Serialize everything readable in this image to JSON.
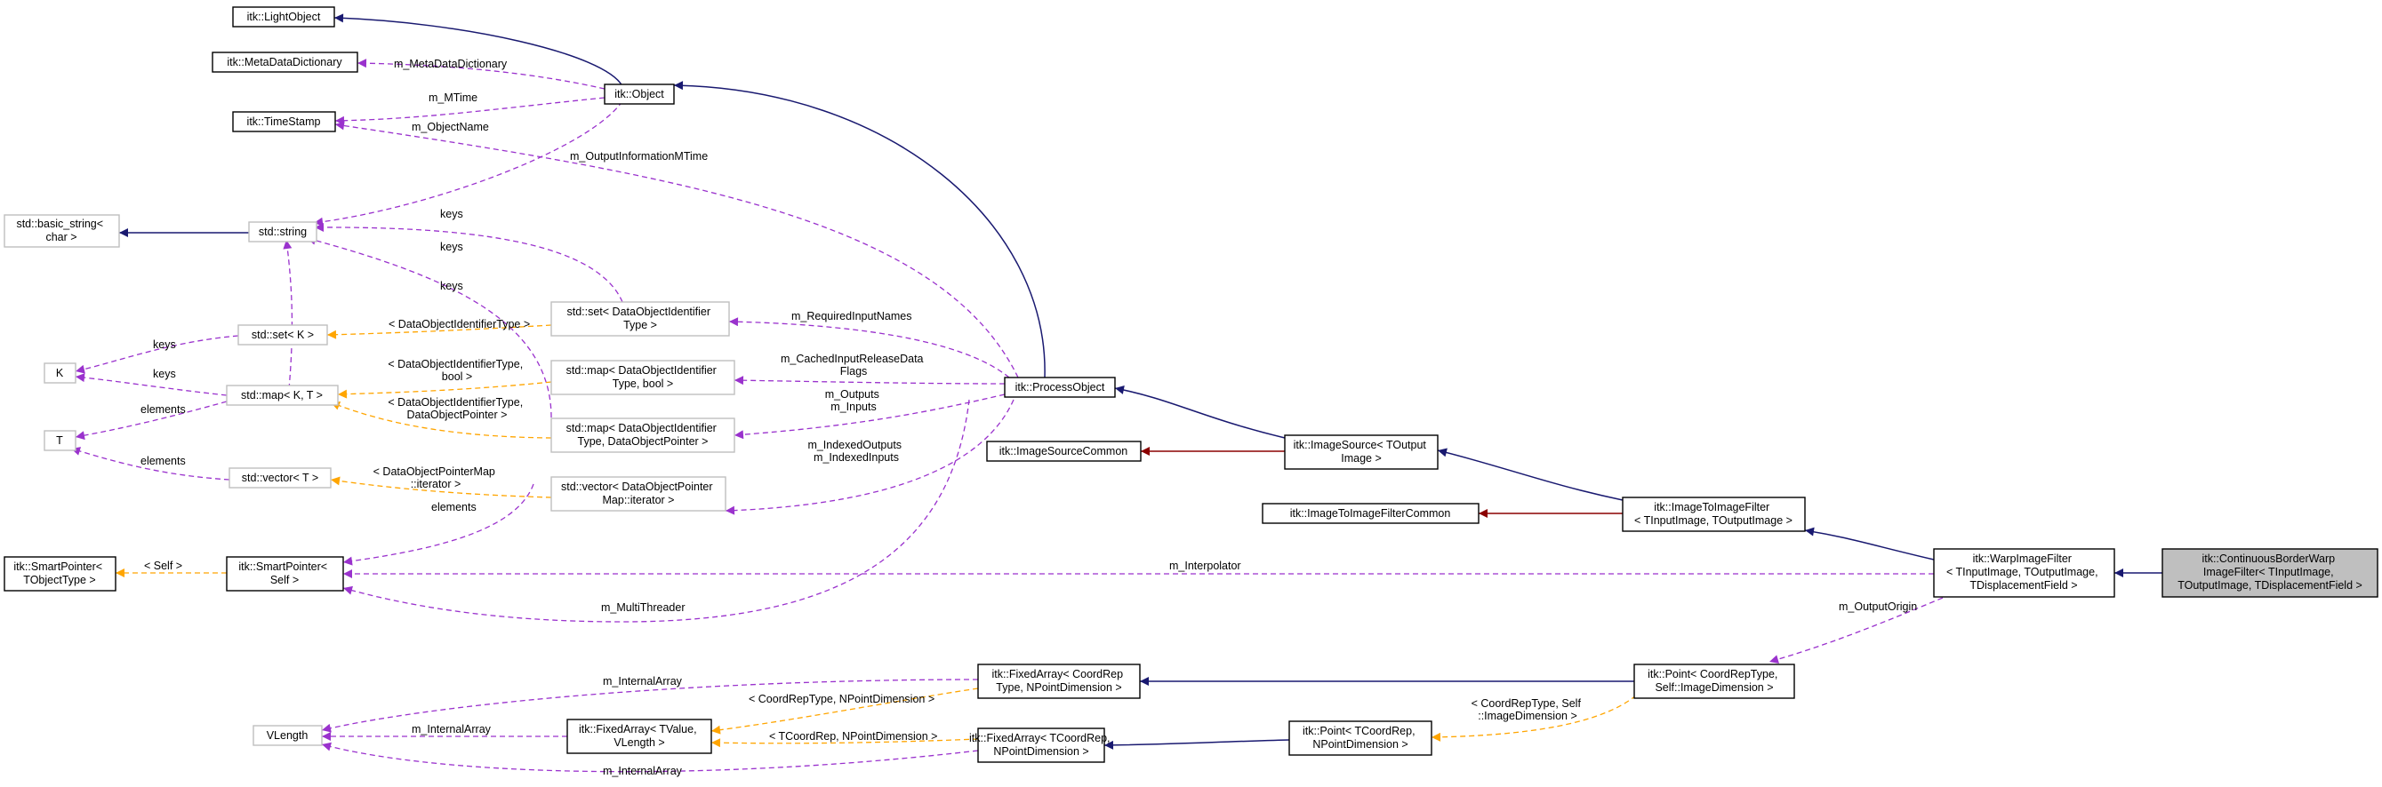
{
  "nodes": {
    "light_object": "itk::LightObject",
    "meta_dict": "itk::MetaDataDictionary",
    "time_stamp": "itk::TimeStamp",
    "object": "itk::Object",
    "basic_string": [
      "std::basic_string<",
      "char >"
    ],
    "std_string": "std::string",
    "set_k": "std::set< K >",
    "k": "K",
    "map_kt": "std::map< K, T >",
    "t": "T",
    "vector_t": "std::vector< T >",
    "set_doi": [
      "std::set< DataObjectIdentifier",
      "Type >"
    ],
    "map_doi_bool": [
      "std::map< DataObjectIdentifier",
      "Type, bool >"
    ],
    "map_doi_ptr": [
      "std::map< DataObjectIdentifier",
      "Type, DataObjectPointer >"
    ],
    "vector_dop": [
      "std::vector< DataObjectPointer",
      "Map::iterator >"
    ],
    "process_object": "itk::ProcessObject",
    "image_source_common": "itk::ImageSourceCommon",
    "image_source": [
      "itk::ImageSource< TOutput",
      "Image >"
    ],
    "itif_common": "itk::ImageToImageFilterCommon",
    "itif": [
      "itk::ImageToImageFilter",
      "< TInputImage, TOutputImage >"
    ],
    "warp": [
      "itk::WarpImageFilter",
      "< TInputImage, TOutputImage,",
      "TDisplacementField >"
    ],
    "cbw": [
      "itk::ContinuousBorderWarp",
      "ImageFilter< TInputImage,",
      "TOutputImage, TDisplacementField >"
    ],
    "smart_ptr_t": [
      "itk::SmartPointer<",
      "TObjectType >"
    ],
    "smart_ptr_self": [
      "itk::SmartPointer<",
      "Self >"
    ],
    "vlength": "VLength",
    "fixed_tvalue": [
      "itk::FixedArray< TValue,",
      "VLength >"
    ],
    "fixed_coordrep": [
      "itk::FixedArray< CoordRep",
      "Type, NPointDimension >"
    ],
    "fixed_tcoordrep": [
      "itk::FixedArray< TCoordRep,",
      "NPointDimension >"
    ],
    "point_self": [
      "itk::Point< CoordRepType,",
      "Self::ImageDimension >"
    ],
    "point_tcoordrep": [
      "itk::Point< TCoordRep,",
      "NPointDimension >"
    ]
  },
  "labels": {
    "m_meta_data_dictionary": "m_MetaDataDictionary",
    "m_mtime": "m_MTime",
    "m_object_name": "m_ObjectName",
    "m_output_information_mtime": "m_OutputInformationMTime",
    "keys_1": "keys",
    "keys_2": "keys",
    "keys_3": "keys",
    "keys_4": "keys",
    "keys_5": "keys",
    "elements_1": "elements",
    "elements_2": "elements",
    "elements_3": "elements",
    "tmpl_doi_type": "< DataObjectIdentifierType >",
    "tmpl_doi_bool": [
      "< DataObjectIdentifierType,",
      "bool >"
    ],
    "tmpl_doi_ptr": [
      "< DataObjectIdentifierType,",
      "DataObjectPointer >"
    ],
    "tmpl_dop_map": [
      "< DataObjectPointerMap",
      "::iterator >"
    ],
    "m_required_input_names": "m_RequiredInputNames",
    "m_cached_input": [
      "m_CachedInputReleaseData",
      "Flags"
    ],
    "m_outputs_inputs": [
      "m_Outputs",
      "m_Inputs"
    ],
    "m_indexed": [
      "m_IndexedOutputs",
      "m_IndexedInputs"
    ],
    "tmpl_self": "< Self >",
    "m_interpolator": "m_Interpolator",
    "m_multi_threader": "m_MultiThreader",
    "m_output_origin": "m_OutputOrigin",
    "m_internal_array_1": "m_InternalArray",
    "m_internal_array_2": "m_InternalArray",
    "m_internal_array_3": "m_InternalArray",
    "tmpl_coordrep_npd": "< CoordRepType, NPointDimension >",
    "tmpl_tcoordrep_npd": "< TCoordRep, NPointDimension >",
    "tmpl_coordrep_self": [
      "< CoordRepType, Self",
      "::ImageDimension >"
    ]
  }
}
